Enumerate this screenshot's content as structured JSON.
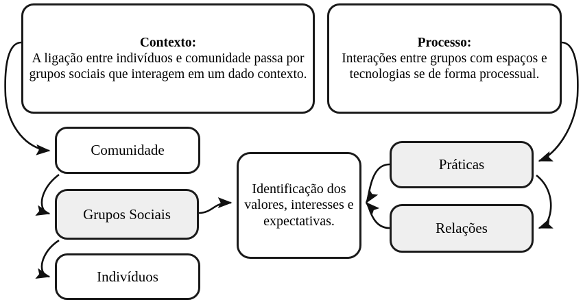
{
  "diagram": {
    "language": "pt-BR",
    "background_color": "#ffffff",
    "stroke_color": "#1a1a1a",
    "shaded_fill": "#efefef",
    "plain_fill": "#ffffff"
  },
  "nodes": {
    "contexto": {
      "title": "Contexto:",
      "body": "A ligação entre indivíduos e comunidade passa por grupos sociais que interagem em um dado contexto.",
      "fill": "#ffffff"
    },
    "processo": {
      "title": "Processo:",
      "body": "Interações entre grupos com espaços e tecnologias se de forma processual.",
      "fill": "#ffffff"
    },
    "comunidade": {
      "label": "Comunidade",
      "fill": "#ffffff"
    },
    "grupos_sociais": {
      "label": "Grupos Sociais",
      "fill": "#efefef"
    },
    "individuos": {
      "label": "Indivíduos",
      "fill": "#ffffff"
    },
    "identificacao": {
      "label": "Identificação dos valores, interesses e expectativas.",
      "fill": "#ffffff"
    },
    "praticas": {
      "label": "Práticas",
      "fill": "#efefef"
    },
    "relacoes": {
      "label": "Relações",
      "fill": "#efefef"
    }
  },
  "edges": [
    {
      "id": "contexto-to-comunidade",
      "from": "contexto",
      "to": "comunidade",
      "arrow": "to"
    },
    {
      "id": "contexto-to-grupos-sociais",
      "from": "contexto",
      "to": "grupos_sociais",
      "arrow": "to"
    },
    {
      "id": "contexto-to-individuos",
      "from": "contexto",
      "to": "individuos",
      "arrow": "to"
    },
    {
      "id": "grupos-sociais-to-identificacao",
      "from": "grupos_sociais",
      "to": "identificacao",
      "arrow": "to"
    },
    {
      "id": "praticas-to-identificacao",
      "from": "praticas",
      "to": "identificacao",
      "arrow": "to"
    },
    {
      "id": "relacoes-to-identificacao",
      "from": "relacoes",
      "to": "identificacao",
      "arrow": "to"
    },
    {
      "id": "processo-to-praticas",
      "from": "processo",
      "to": "praticas",
      "arrow": "to"
    },
    {
      "id": "processo-to-relacoes",
      "from": "processo",
      "to": "relacoes",
      "arrow": "to"
    }
  ]
}
